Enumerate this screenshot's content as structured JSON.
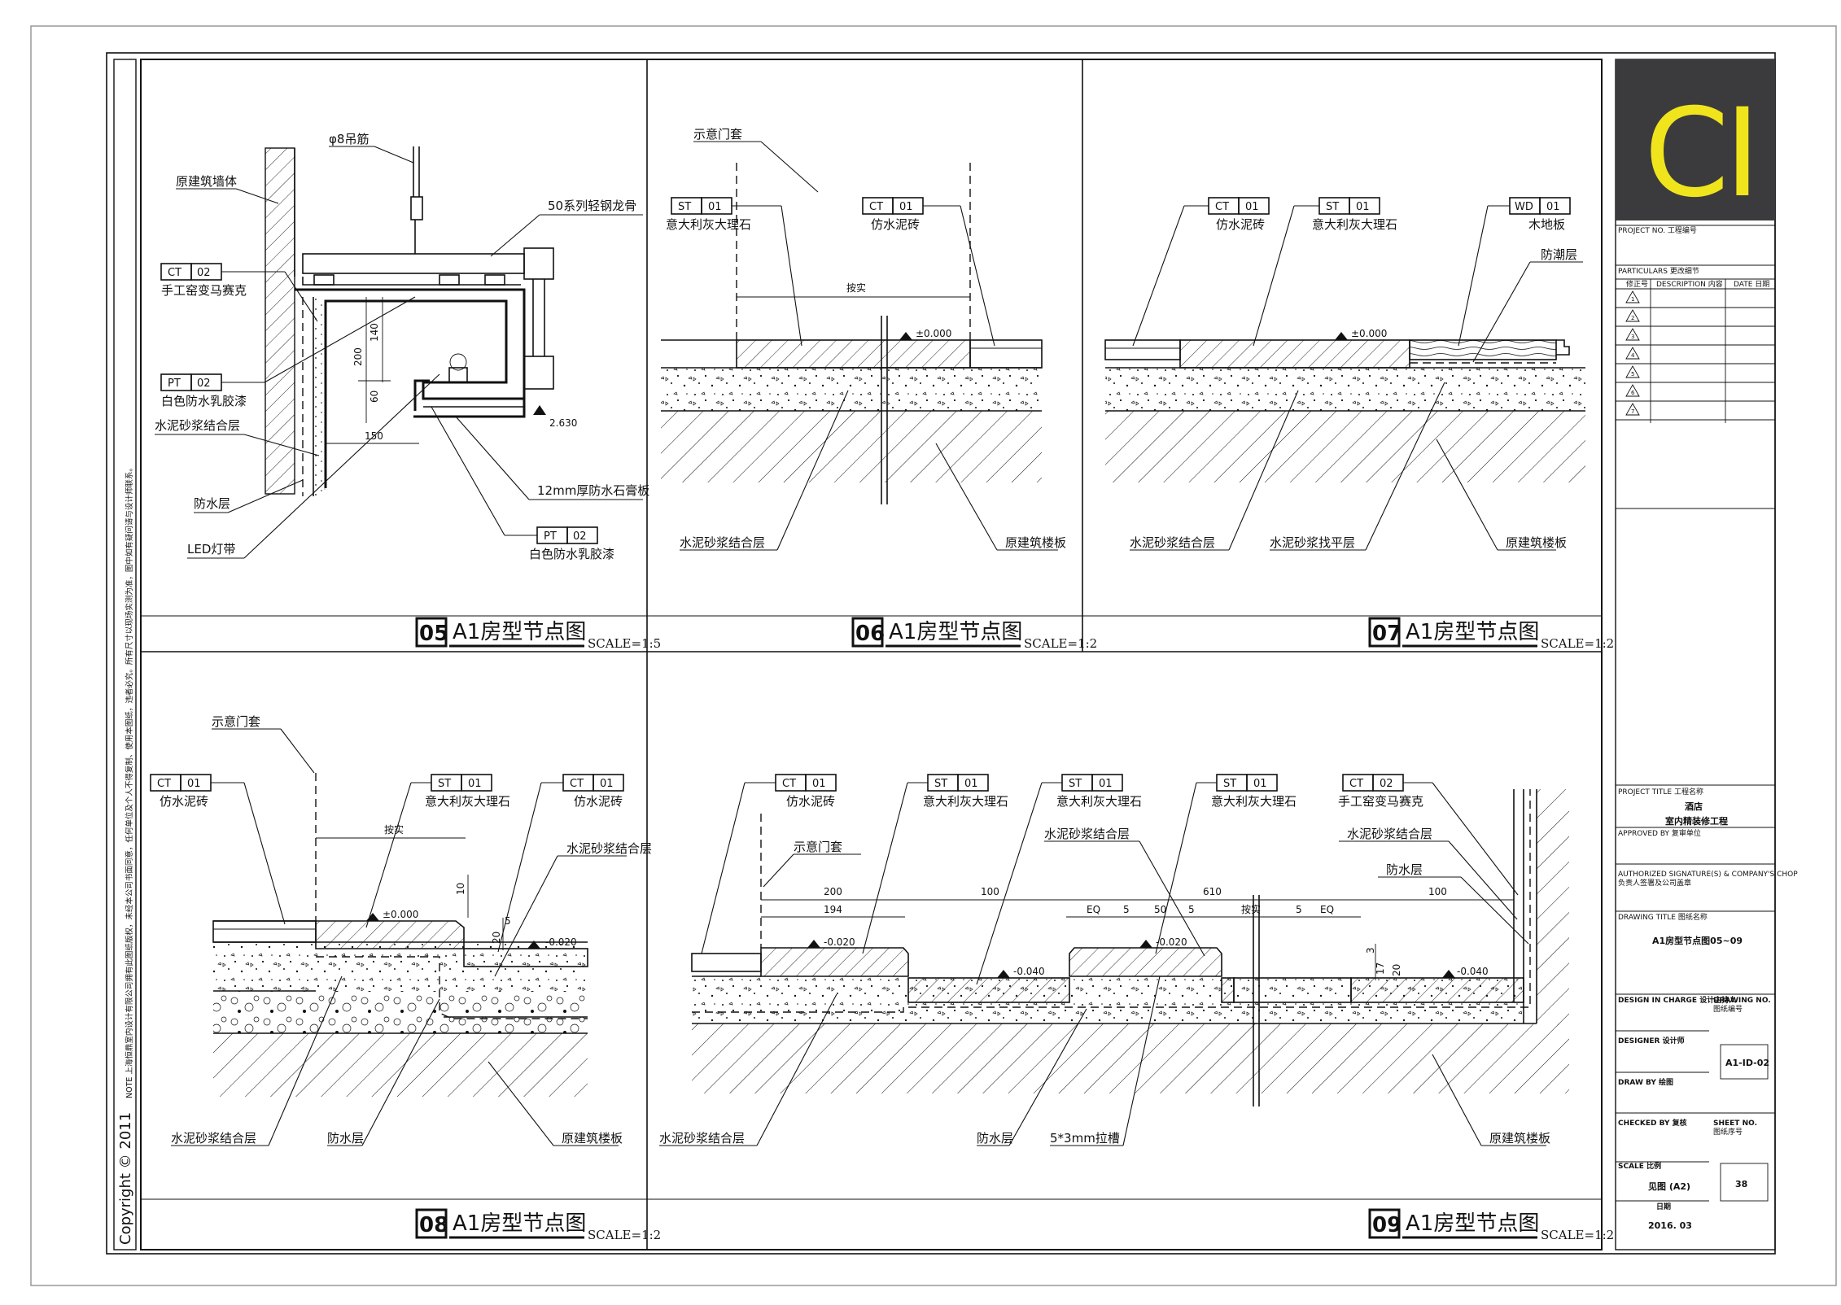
{
  "sheet": {
    "logo_text": "CI",
    "copyright": "Copyright © 2011",
    "side_note": "NOTE 上海恒鼎室内设计有限公司拥有此图纸版权，未经本公司书面同意，任何单位及个人不得复制、使用本图纸，违者必究。所有尺寸以现场实测为准，图中如有疑问请与设计师联系。"
  },
  "panels": {
    "p05": {
      "num": "05",
      "title": "A1房型节点图",
      "scale": "SCALE=1:5",
      "labels": {
        "wall": "原建筑墙体",
        "rod": "φ8吊筋",
        "keel": "50系列轻钢龙骨",
        "ct_name": "手工窑变马赛克",
        "pt_name": "白色防水乳胶漆",
        "mortar": "水泥砂浆结合层",
        "wp": "防水层",
        "led": "LED灯带",
        "board": "12mm厚防水石膏板",
        "pt2_name": "白色防水乳胶漆"
      },
      "tags": {
        "ct": "CT",
        "ct_no": "02",
        "pt": "PT",
        "pt_no": "02",
        "pt2": "PT",
        "pt2_no": "02"
      },
      "dims": {
        "d200": "200",
        "d140": "140",
        "d60": "60",
        "d150": "150",
        "lvl": "2.630"
      }
    },
    "p06": {
      "num": "06",
      "title": "A1房型节点图",
      "scale": "SCALE=1:2",
      "labels": {
        "door": "示意门套",
        "st_name": "意大利灰大理石",
        "ct_name": "仿水泥砖",
        "mortar": "水泥砂浆结合层",
        "slab": "原建筑楼板",
        "fit": "按实"
      },
      "tags": {
        "st": "ST",
        "st_no": "01",
        "ct": "CT",
        "ct_no": "01"
      },
      "dims": {
        "lvl": "±0.000"
      }
    },
    "p07": {
      "num": "07",
      "title": "A1房型节点图",
      "scale": "SCALE=1:2",
      "labels": {
        "ct_name": "仿水泥砖",
        "st_name": "意大利灰大理石",
        "wd_name": "木地板",
        "moist": "防潮层",
        "mortar": "水泥砂浆结合层",
        "level": "水泥砂浆找平层",
        "slab": "原建筑楼板"
      },
      "tags": {
        "ct": "CT",
        "ct_no": "01",
        "st": "ST",
        "st_no": "01",
        "wd": "WD",
        "wd_no": "01"
      },
      "dims": {
        "lvl": "±0.000"
      }
    },
    "p08": {
      "num": "08",
      "title": "A1房型节点图",
      "scale": "SCALE=1:2",
      "labels": {
        "door": "示意门套",
        "ct_name": "仿水泥砖",
        "st_name": "意大利灰大理石",
        "ct2_name": "仿水泥砖",
        "mortar_r": "水泥砂浆结合层",
        "fit": "按实",
        "mortar": "水泥砂浆结合层",
        "wp": "防水层",
        "slab": "原建筑楼板"
      },
      "tags": {
        "ct": "CT",
        "ct_no": "01",
        "st": "ST",
        "st_no": "01",
        "ct2": "CT",
        "ct2_no": "01"
      },
      "dims": {
        "lvl0": "±0.000",
        "lvl1": "-0.020",
        "d10": "10",
        "d20": "20",
        "d5": "5"
      }
    },
    "p09": {
      "num": "09",
      "title": "A1房型节点图",
      "scale": "SCALE=1:2",
      "labels": {
        "ct_name": "仿水泥砖",
        "st1_name": "意大利灰大理石",
        "st2_name": "意大利灰大理石",
        "st3_name": "意大利灰大理石",
        "ct2_name": "手工窑变马赛克",
        "door": "示意门套",
        "mortar_top": "水泥砂浆结合层",
        "mortar_r": "水泥砂浆结合层",
        "wp_r": "防水层",
        "mortar": "水泥砂浆结合层",
        "wp": "防水层",
        "groove": "5*3mm拉槽",
        "slab": "原建筑楼板",
        "fit": "按实"
      },
      "tags": {
        "ct": "CT",
        "ct_no": "01",
        "st1": "ST",
        "st1_no": "01",
        "st2": "ST",
        "st2_no": "01",
        "st3": "ST",
        "st3_no": "01",
        "ct2": "CT",
        "ct2_no": "02"
      },
      "dims": {
        "d200": "200",
        "d194": "194",
        "d100": "100",
        "d610": "610",
        "d100r": "100",
        "eq": "EQ",
        "eq2": "EQ",
        "d5a": "5",
        "d50": "50",
        "d5b": "5",
        "d5c": "5",
        "d3": "3",
        "d17": "17",
        "d20": "20",
        "lvl_a": "-0.020",
        "lvl_b": "-0.040",
        "lvl_c": "-0.020",
        "lvl_d": "-0.040"
      }
    }
  },
  "title_block": {
    "project_no": "PROJECT NO. 工程编号",
    "particulars": "PARTICULARS 更改细节",
    "col_rev": "修正号",
    "col_desc": "DESCRIPTION 内容",
    "col_date": "DATE 日期",
    "rev_marks": [
      "1",
      "2",
      "3",
      "4",
      "5",
      "6",
      "7"
    ],
    "project_title": "PROJECT TITLE 工程名称",
    "project_name": "酒店",
    "project_sub": "室内精装修工程",
    "approved": "APPROVED BY 复审单位",
    "authorized": "AUTHORIZED SIGNATURE(S) & COMPANY'S CHOP",
    "authorized_cn": "负责人签署及公司盖章",
    "drawing_title_lbl": "DRAWING TITLE 图纸名称",
    "drawing_title": "A1房型节点图05~09",
    "design_in_charge": "DESIGN IN CHARGE 设计主持人",
    "drawing_no_lbl": "DRAWING NO.",
    "drawing_no_cn": "图纸编号",
    "designer": "DESIGNER 设计师",
    "drawing_no": "A1-ID-02",
    "drawn_by": "DRAW BY 绘图",
    "checked_by": "CHECKED BY 复核",
    "sheet_no_lbl": "SHEET NO.",
    "sheet_no_cn": "图纸序号",
    "scale_lbl": "SCALE 比例",
    "scale_val": "见图 (A2)",
    "sheet_no": "38",
    "date_lbl": "日期",
    "date_val": "2016. 03"
  }
}
